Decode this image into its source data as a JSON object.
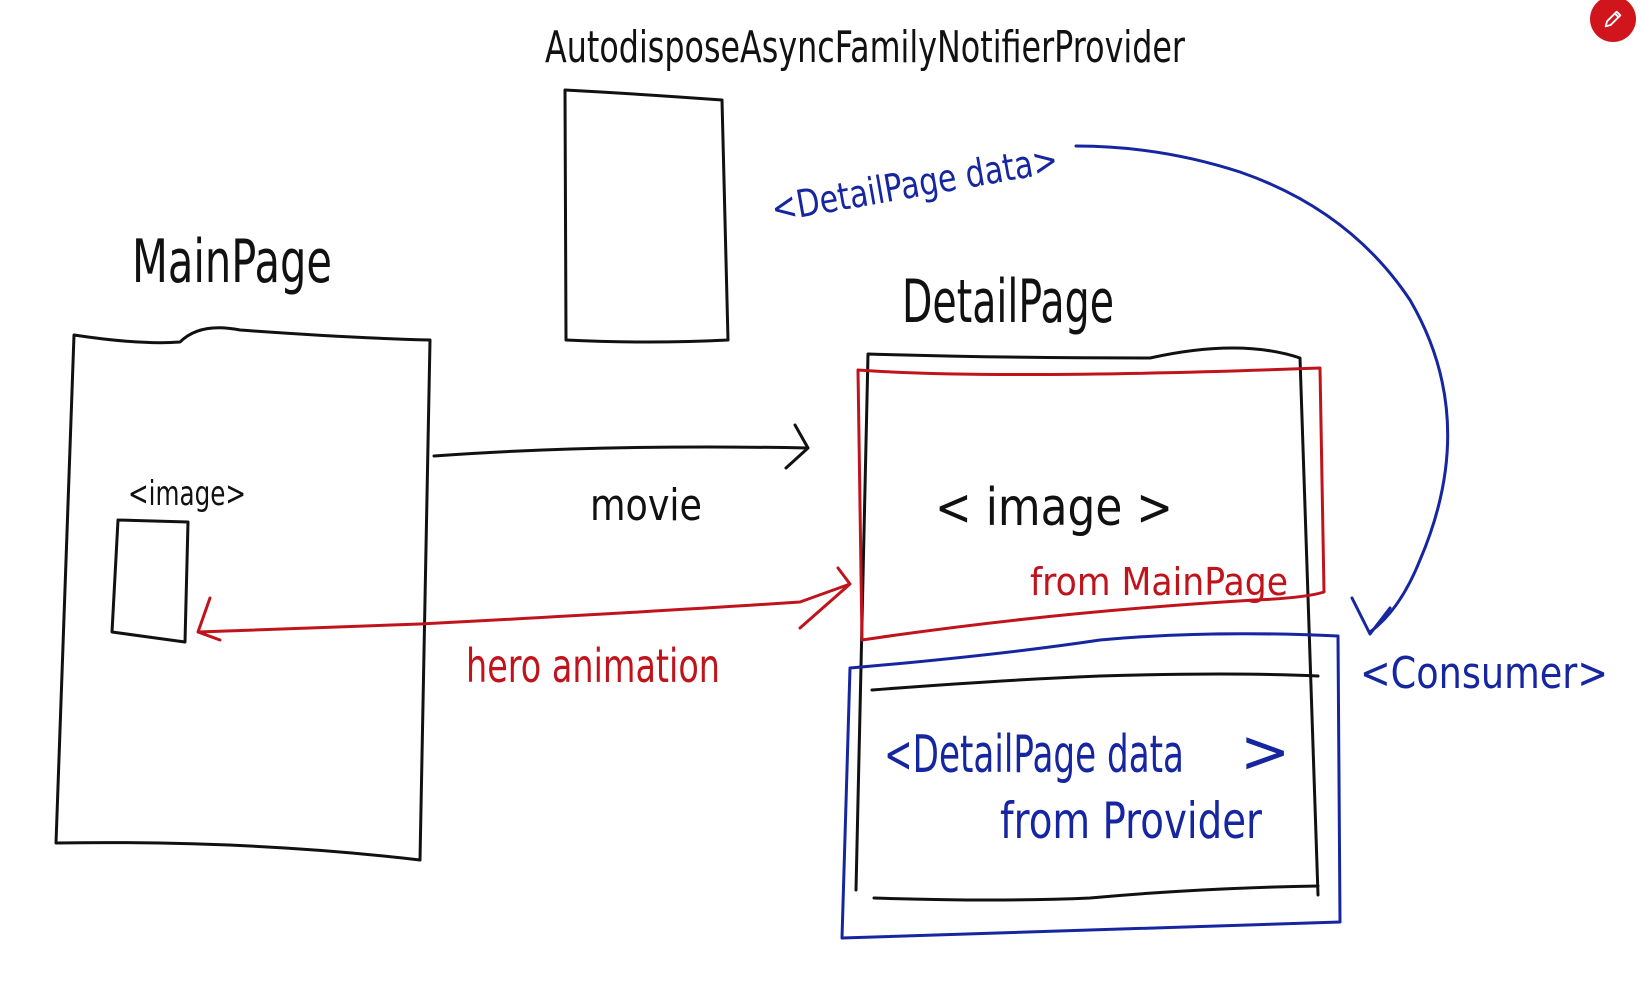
{
  "labels": {
    "provider": "AutodisposeAsyncFamilyNotifierProvider",
    "main_page": "MainPage",
    "detail_page": "DetailPage",
    "main_image": "<image>",
    "movie": "movie",
    "detail_image": "< image >",
    "from_main_page": "from MainPage",
    "hero_animation": "hero animation",
    "detail_page_data_top": "<DetailPage data>",
    "consumer": "<Consumer>",
    "detail_page_data_box": "<DetailPage data",
    "detail_page_data_box_close": ">",
    "from_provider": "from Provider"
  },
  "colors": {
    "black_ink": "#111111",
    "red_ink": "#c0141c",
    "blue_ink": "#1626a0",
    "edit_button": "#d0161c"
  },
  "icons": {
    "edit": "pencil-icon"
  }
}
